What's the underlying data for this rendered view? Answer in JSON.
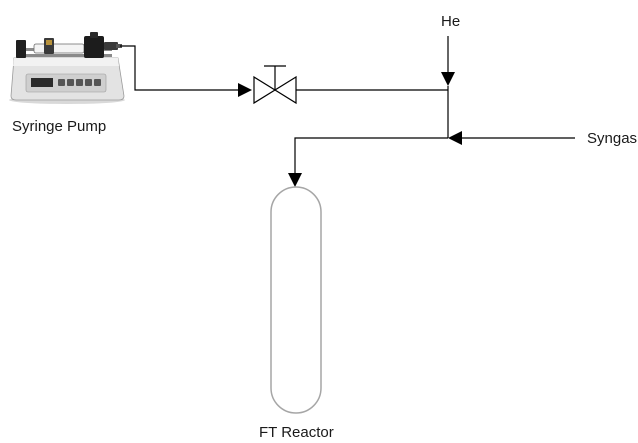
{
  "labels": {
    "syringe_pump": "Syringe Pump",
    "helium": "He",
    "syngas": "Syngas",
    "reactor": "FT Reactor"
  }
}
